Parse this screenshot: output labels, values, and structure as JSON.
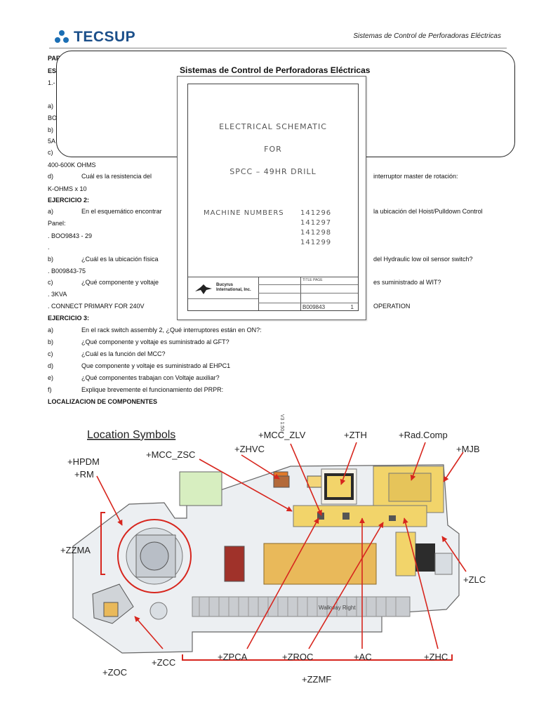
{
  "header": {
    "brand": "TECSUP",
    "subtitle": "Sistemas de Control  de Perforadoras Eléctricas"
  },
  "popup": {
    "title": "Sistemas de Control de Perforadoras Eléctricas"
  },
  "document": {
    "line_par": "PAR",
    "line_es": "ES",
    "line_1": "1.-",
    "line_a": "a)",
    "line_bo": "BO",
    "line_b": "b)",
    "line_5a": "5A",
    "line_c": "c)",
    "line_ohms": "400-600K OHMS",
    "q_d_marker": "d)",
    "q_d_left": "Cuál es la resistencia del",
    "q_d_right": "interruptor master de rotación:",
    "ans_d": "K-OHMS x 10",
    "ejercicio2": "EJERCICIO 2:",
    "q2a_marker": "a)",
    "q2a_left": "En el esquemático encontrar",
    "q2a_right": "la ubicación del Hoist/Pulldown Control",
    "q2a_cont": "Panel:",
    "ans_2a": ". BOO9843 - 29",
    "ans_2a_dot": ".",
    "q2b_marker": "b)",
    "q2b_left": "¿Cuál es la ubicación física",
    "q2b_right": "del Hydraulic low oil sensor switch?",
    "ans_2b": ". B009843-75",
    "q2c_marker": "c)",
    "q2c_left": "¿Qué componente y voltaje",
    "q2c_right": "es suministrado al WIT?",
    "ans_2c_1": ". 3KVA",
    "ans_2c_2_left": ". CONNECT PRIMARY FOR 240V",
    "ans_2c_2_right": "OPERATION",
    "ejercicio3": "EJERCICIO 3:",
    "q3": [
      {
        "marker": "a)",
        "text": "En el rack switch assembly 2, ¿Qué interruptores están en ON?:"
      },
      {
        "marker": "b)",
        "text": "¿Qué componente y voltaje es suministrado al GFT?"
      },
      {
        "marker": "c)",
        "text": "¿Cuál es la función del MCC?"
      },
      {
        "marker": "d)",
        "text": "Que componente y voltaje es suministrado al EHPC1"
      },
      {
        "marker": "e)",
        "text": "¿Qué componentes trabajan con Voltaje auxiliar?"
      },
      {
        "marker": "f)",
        "text": "Explique brevemente el funcionamiento del PRPR:"
      }
    ],
    "section_title": "LOCALIZACION DE COMPONENTES"
  },
  "schematic": {
    "line1": "ELECTRICAL SCHEMATIC",
    "line2": "FOR",
    "line3": "SPCC  –  49HR DRILL",
    "machine_label": "MACHINE NUMBERS",
    "machine_numbers": [
      "141296",
      "141297",
      "141298",
      "141299"
    ],
    "company": "Bucyrus International, Inc.",
    "title_block_title": "TITLE PAGE",
    "drawing_number": "B009843",
    "sheet": "1"
  },
  "diagram": {
    "title": "Location Symbols",
    "page_marker": "V3 1:50",
    "walkway": "Walkway Right",
    "callouts": {
      "hpdm": "+HPDM",
      "rm": "+RM",
      "mcc_zsc": "+MCC_ZSC",
      "zhvc": "+ZHVC",
      "mcc_zlv": "+MCC_ZLV",
      "zth": "+ZTH",
      "rad_comp": "+Rad.Comp",
      "mjb": "+MJB",
      "zzma": "+ZZMA",
      "zlc": "+ZLC",
      "zoc": "+ZOC",
      "zcc": "+ZCC",
      "zpca": "+ZPCA",
      "zroc": "+ZROC",
      "ac": "+AC",
      "zhc": "+ZHC",
      "zzmf": "+ZZMF"
    }
  }
}
